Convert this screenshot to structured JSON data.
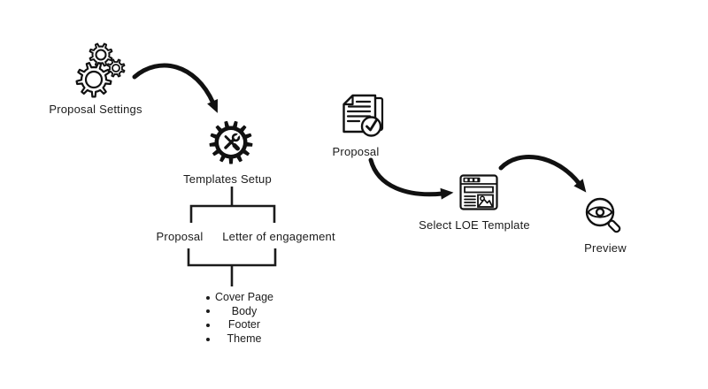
{
  "canvas": {
    "background": "#ffffff",
    "ink": "#111111",
    "text_color": "#1b1b1b"
  },
  "workflow_left": {
    "proposal_settings_label": "Proposal Settings",
    "templates_setup_label": "Templates Setup",
    "branch_left_label": "Proposal",
    "branch_right_label": "Letter of engagement",
    "template_parts": [
      "Cover Page",
      "Body",
      "Footer",
      "Theme"
    ]
  },
  "workflow_right": {
    "proposal_label": "Proposal",
    "select_template_label": "Select LOE Template",
    "preview_label": "Preview"
  }
}
